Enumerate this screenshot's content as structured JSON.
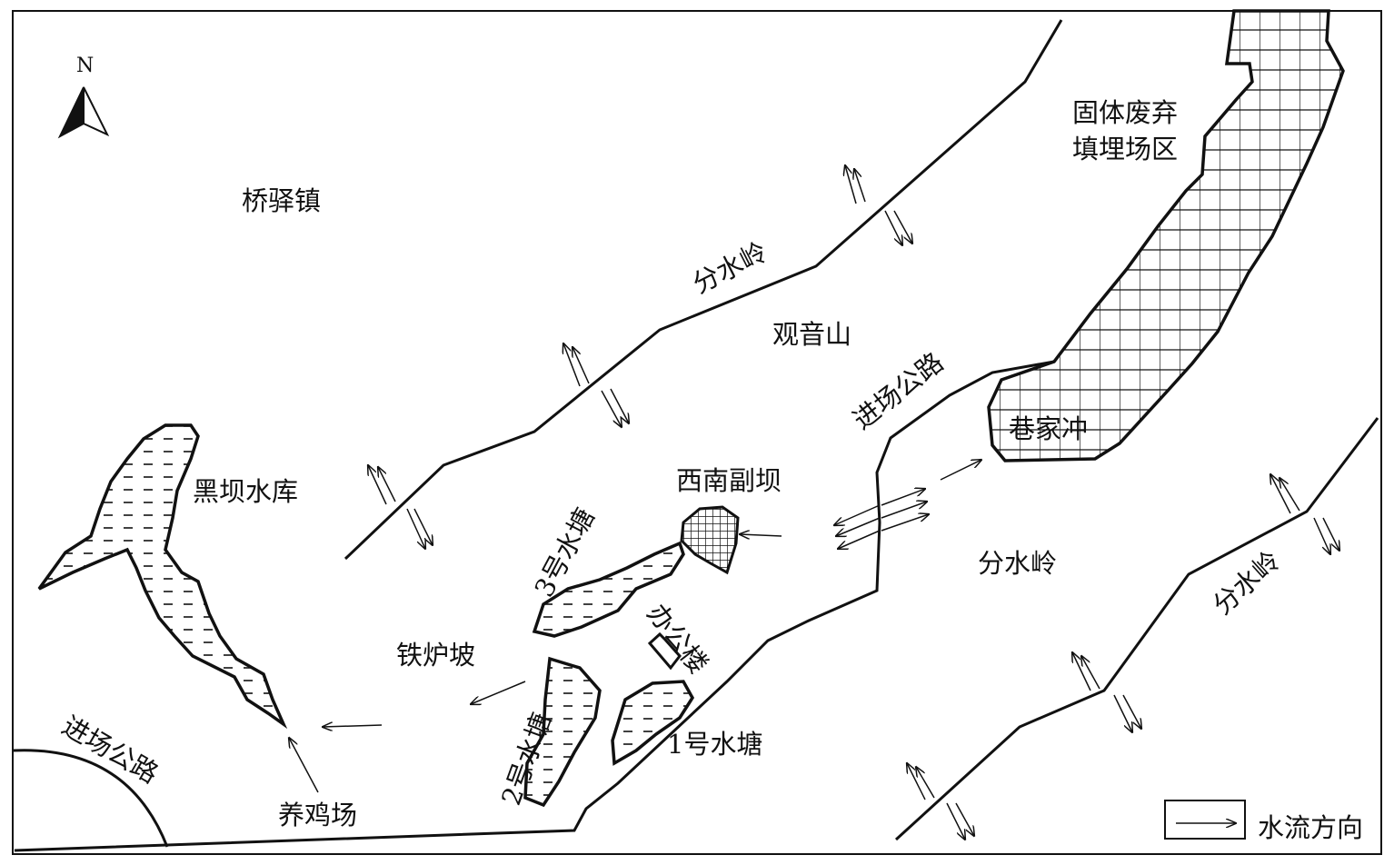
{
  "north_label": "N",
  "places": {
    "qiaoyi_town": "桥驿镇",
    "guanyin_mountain": "观音山",
    "heiba_reservoir": "黑坝水库",
    "landfill_area_line1": "固体废弃",
    "landfill_area_line2": "填埋场区",
    "xiangjiachong": "巷家冲",
    "southwest_dam": "西南副坝",
    "pond_3": "3号水塘",
    "pond_2": "2号水塘",
    "pond_1": "1号水塘",
    "office_building": "办公楼",
    "tielupo": "铁炉坡",
    "chicken_farm": "养鸡场"
  },
  "divides": {
    "upper": "分水岭",
    "middle_right": "分水岭",
    "lower_right": "分水岭"
  },
  "roads": {
    "access_road_upper": "进场公路",
    "access_road_lower": "进场公路"
  },
  "legend": {
    "water_flow": "水流方向"
  }
}
